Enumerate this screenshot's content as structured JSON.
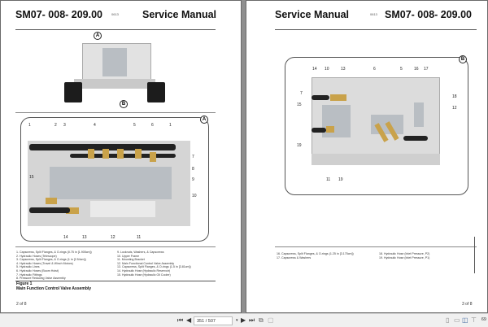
{
  "viewer": {
    "toolbar": {
      "first_page_label": "⏮",
      "prev_page_label": "◀",
      "page_indicator": "351 / 507",
      "next_page_label": "▶",
      "last_page_label": "⏭",
      "zoom_value": "69"
    }
  },
  "left_page": {
    "doc_number": "SM07- 008- 209.00",
    "revision": "0613",
    "title": "Service Manual",
    "callouts": {
      "top": "A",
      "bottom": "B",
      "detail": "A"
    },
    "labels_top": [
      "1",
      "2",
      "3",
      "4",
      "5",
      "6",
      "1"
    ],
    "labels_right": [
      "7",
      "8",
      "9",
      "10"
    ],
    "labels_left": [
      "15"
    ],
    "labels_bottom": [
      "14",
      "13",
      "12",
      "11"
    ],
    "legend_col1": [
      "1.   Capscrews, Split Flanges, & O-rings (0.75 in [1.905cm])",
      "2.   Hydraulic Hoses (Telescope)",
      "3.   Capscrews, Split Flanges, & O-rings (1 in [2.54cm])",
      "4.   Hydraulic Hoses (Travel & Winch Motors)",
      "5.   Hydraulic Lines",
      "6.   Hydraulic Hoses (Boom Hoist)",
      "7.   Hydraulic Fittings",
      "8.   Pressure Reducing Valve Assembly"
    ],
    "legend_col2": [
      "9.   Locknuts, Washers, & Capscrews",
      "10.  Upper Frame",
      "11.  Mounting Bracket",
      "12.  Main Functional Control Valve Assembly",
      "13.  Capscrews, Split Flanges, & O-rings (1.5 in [3.81cm])",
      "14.  Hydraulic Hose (Hydraulic Reservoir)",
      "15.  Hydraulic Hose (Hydraulic Oil Cooler)"
    ],
    "figure_label": "Figure 1",
    "figure_title": "Main Function Control Valve Assembly",
    "page_number": "2 of 8"
  },
  "right_page": {
    "title": "Service Manual",
    "revision": "0613",
    "doc_number": "SM07- 008- 209.00",
    "callout": "B",
    "labels_top": [
      "14",
      "10",
      "13",
      "6",
      "5",
      "16",
      "17"
    ],
    "labels_left": [
      "7",
      "15",
      "19"
    ],
    "labels_right": [
      "18",
      "12"
    ],
    "labels_bottom": [
      "11",
      "19"
    ],
    "legend_col1": [
      "16.  Capscrews, Split Flanges, & O-rings (1.25 in [3.175cm])",
      "17.  Capscrews & Washers"
    ],
    "legend_col2": [
      "18.  Hydraulic Hose (Inlet Pressure, P2)",
      "19.  Hydraulic Hose (Inlet Pressure, P1)"
    ],
    "page_number": "3 of 8"
  }
}
